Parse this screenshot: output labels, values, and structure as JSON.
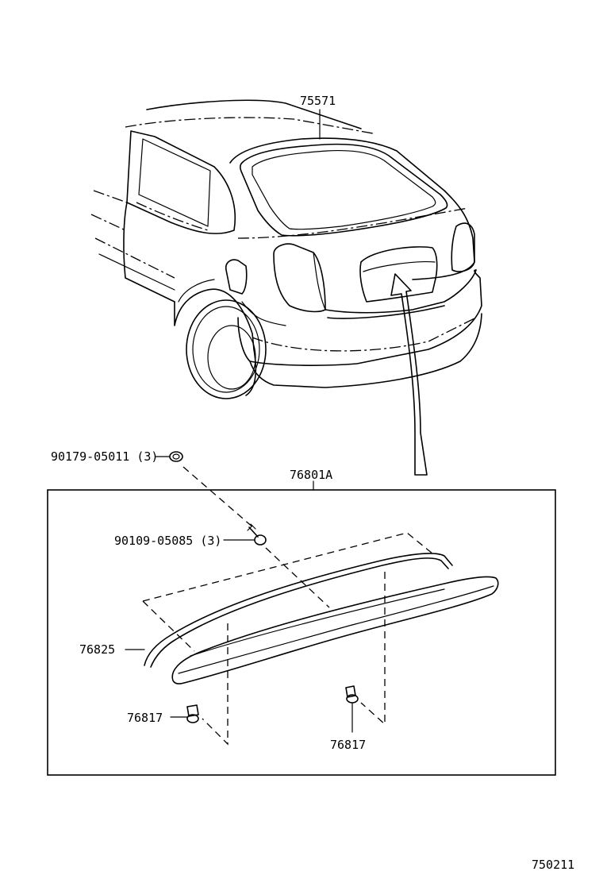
{
  "parts": {
    "weatherstrip": "75571",
    "garnish_assy": "76801A",
    "nut": "90179-05011 (3)",
    "bolt": "90109-05085 (3)",
    "moulding": "76825",
    "clip_left": "76817",
    "clip_right": "76817"
  },
  "diagram_id": "750211"
}
